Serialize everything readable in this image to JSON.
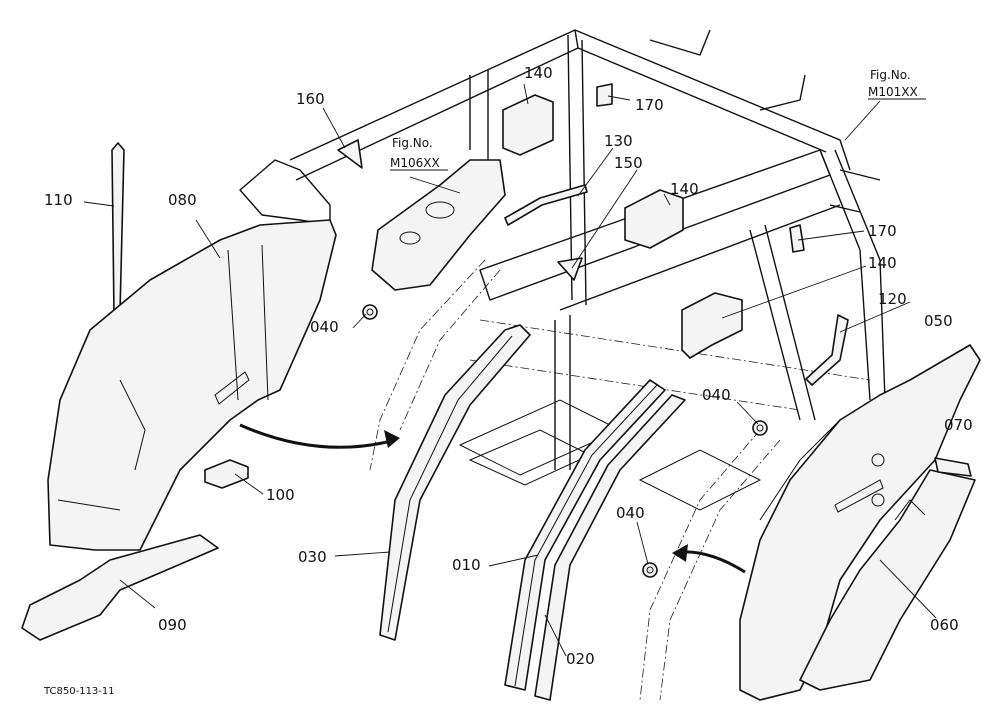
{
  "callouts": [
    {
      "id": "c110",
      "label": "110"
    },
    {
      "id": "c080",
      "label": "080"
    },
    {
      "id": "c160",
      "label": "160"
    },
    {
      "id": "c140a",
      "label": "140"
    },
    {
      "id": "c170a",
      "label": "170"
    },
    {
      "id": "c130",
      "label": "130"
    },
    {
      "id": "c150",
      "label": "150"
    },
    {
      "id": "c140b",
      "label": "140"
    },
    {
      "id": "c170b",
      "label": "170"
    },
    {
      "id": "c140c",
      "label": "140"
    },
    {
      "id": "c120",
      "label": "120"
    },
    {
      "id": "c050",
      "label": "050"
    },
    {
      "id": "c040a",
      "label": "040"
    },
    {
      "id": "c040b",
      "label": "040"
    },
    {
      "id": "c040c",
      "label": "040"
    },
    {
      "id": "c070",
      "label": "070"
    },
    {
      "id": "c100",
      "label": "100"
    },
    {
      "id": "c030",
      "label": "030"
    },
    {
      "id": "c010",
      "label": "010"
    },
    {
      "id": "c020",
      "label": "020"
    },
    {
      "id": "c090",
      "label": "090"
    },
    {
      "id": "c060",
      "label": "060"
    }
  ],
  "figure_refs": [
    {
      "title": "Fig.No.",
      "number": "M106XX"
    },
    {
      "title": "Fig.No.",
      "number": "M101XX"
    }
  ],
  "drawing_code": "TC850-113-11"
}
